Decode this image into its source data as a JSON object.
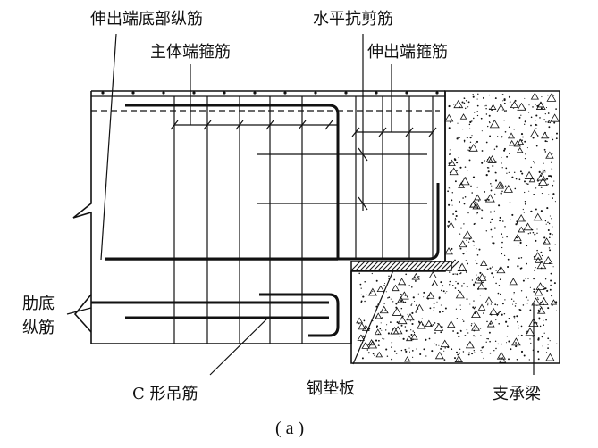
{
  "labels": {
    "extend_bottom_long": "伸出端底部纵筋",
    "main_stirrup": "主体端箍筋",
    "horizontal_shear": "水平抗剪筋",
    "extend_stirrup": "伸出端箍筋",
    "rib_bottom_line1": "肋底",
    "rib_bottom_line2": "纵筋",
    "c_hanger": "C 形吊筋",
    "steel_pad": "钢垫板",
    "support_beam": "支承梁",
    "caption": "( a )"
  }
}
